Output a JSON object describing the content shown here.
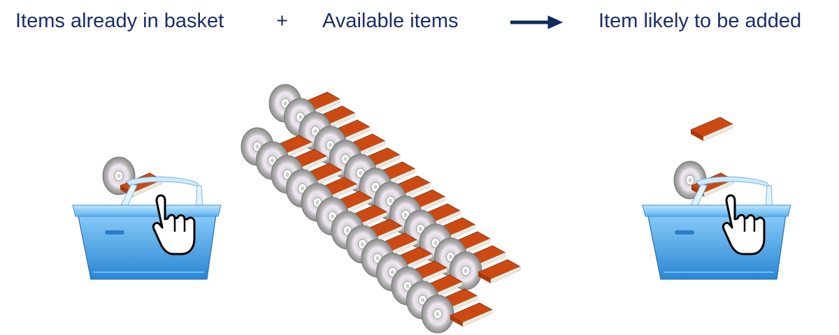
{
  "labels": {
    "basket": "Items already in basket",
    "plus": "+",
    "available": "Available items",
    "result": "Item likely to be added"
  },
  "icons": {
    "basket": "shopping-basket-icon",
    "pointer": "hand-pointer-icon",
    "disc": "cd-disc-icon",
    "book": "book-icon",
    "arrow": "arrow-right-icon"
  },
  "colors": {
    "text": "#1a2d6b",
    "arrow": "#0f2a5e",
    "book": "#cc4a12",
    "basket": "#4a9fe0"
  }
}
